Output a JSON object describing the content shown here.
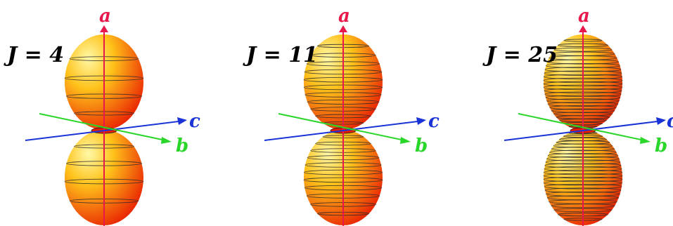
{
  "figure": {
    "panels": [
      {
        "id": "j4",
        "label": "J = 4",
        "contour_count": 4
      },
      {
        "id": "j11",
        "label": "J = 11",
        "contour_count": 11
      },
      {
        "id": "j25",
        "label": "J = 25",
        "contour_count": 25
      }
    ],
    "axes": {
      "a": {
        "label": "a",
        "color": "#e8194a"
      },
      "b": {
        "label": "b",
        "color": "#2ad62a"
      },
      "c": {
        "label": "c",
        "color": "#1a33d6"
      }
    },
    "colors": {
      "lobe_light": "#fff9a8",
      "lobe_mid": "#ffc21a",
      "lobe_dark": "#e81a00",
      "contour": "#2a2a2a",
      "label": "#000000"
    }
  }
}
